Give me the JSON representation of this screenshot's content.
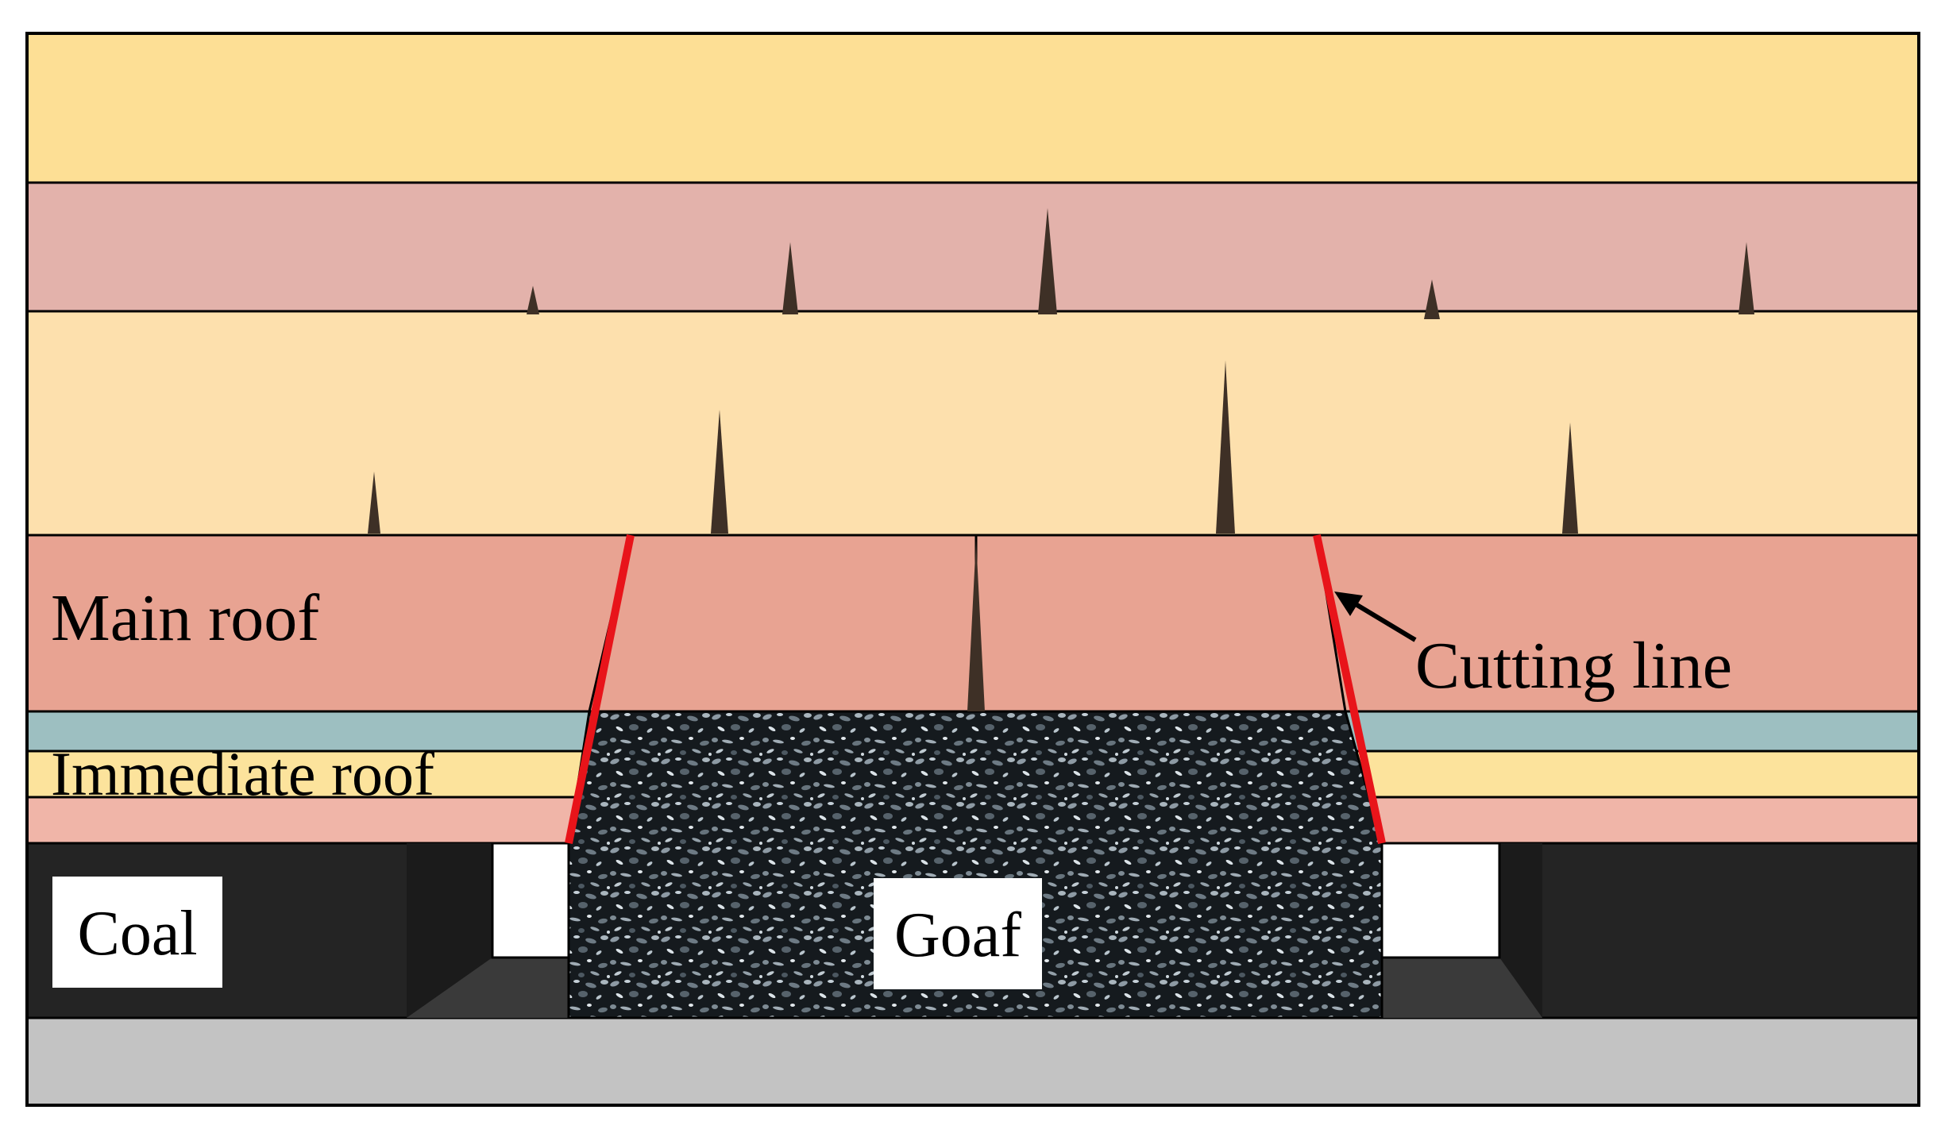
{
  "labels": {
    "main_roof": "Main roof",
    "immediate_roof": "Immediate roof",
    "cutting_line": "Cutting line",
    "coal": "Coal",
    "goaf": "Goaf"
  },
  "colors": {
    "top_stratum": "#fddf95",
    "upper_pink": "#e3b2ab",
    "middle_beige": "#fde0ad",
    "main_roof": "#e8a392",
    "immediate_blue": "#9dbfc1",
    "immediate_yellow": "#fce39c",
    "immediate_pink": "#f0b5a8",
    "coal": "#242424",
    "floor": "#c3c3c3",
    "cutting_line": "#e8141a"
  }
}
